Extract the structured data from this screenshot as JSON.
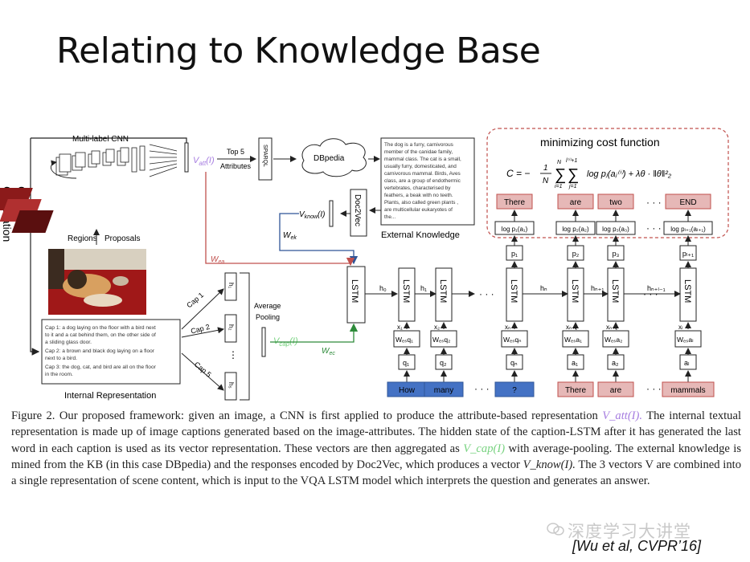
{
  "slide": {
    "title": "Relating to Knowledge Base"
  },
  "diagram": {
    "caption_generation": "Caption\nGeneration",
    "multilabel_cnn": "Multi-label CNN",
    "regions": "Regions",
    "proposals": "Proposals",
    "v_att": "V_att(I)",
    "top5": "Top 5\nAttributes",
    "sparql": "SPARQL",
    "dbpedia": "DBpedia",
    "external_text": [
      "The dog is a furry, carnivorous",
      "member of the canidae family,",
      "mammal class. The cat is a small,",
      "usually furry, domesticated, and",
      "carnivorous mammal. Birds, Aves",
      "class, are a group of endothermic",
      "vertebrates, characterised by",
      "feathers, a beak with no teeth.",
      "Plants, also called green plants ,",
      "are multicellular eukaryotes of",
      "the..."
    ],
    "external_knowledge": "External Knowledge",
    "doc2vec": "Doc2Vec",
    "v_know": "V_know(I)",
    "w_ek": "W_ek",
    "w_ea": "W_ea",
    "w_ec": "W_ec",
    "caps": [
      "Cap 1",
      "Cap 2",
      "Cap 5"
    ],
    "vdots": "⋮",
    "h_labels": [
      "h_1",
      "h_2",
      "h_5"
    ],
    "average_pooling": "Average\nPooling",
    "v_cap": "V_cap(I)",
    "caption_lines": [
      "Cap 1: a dog laying on the floor with a bird next",
      "to it and a cat behind them, on the other side of",
      "a sliding glass door.",
      "Cap 2: a brown and black dog laying on a floor",
      "next to a bird.",
      "Cap 3: the dog, cat, and bird are all on the floor",
      "in the room."
    ],
    "internal_representation": "Internal Representation",
    "lstm": "LSTM",
    "minimizing": "minimizing cost function",
    "output_words": [
      "There",
      "are",
      "two",
      "END"
    ],
    "log_probs": [
      "log p₁(a₁)",
      "log p₂(a₂)",
      "log p₃(a₃)",
      "log pₗ₊₁(aₗ₊₁)"
    ],
    "p_labels": [
      "p₁",
      "p₂",
      "p₃",
      "pₗ₊₁"
    ],
    "h_chain": [
      "h₀",
      "h₁",
      "hₙ",
      "hₙ₊₁",
      "hₙ₊ₗ₋₁"
    ],
    "x_labels": [
      "x₁",
      "x₂",
      "xₙ",
      "xₙ₊₁",
      "xₙ₊₂",
      "xₗ"
    ],
    "w_inputs": [
      "Wₑₛq₁",
      "Wₑₛq₂",
      "Wₑₛqₙ",
      "Wₑₛa₁",
      "Wₑₛa₂",
      "Wₑₛaₗ"
    ],
    "q_labels": [
      "q₁",
      "q₂",
      "qₙ",
      "a₁",
      "a₂",
      "aₗ"
    ],
    "question_words": [
      "How",
      "many",
      "?"
    ],
    "answer_words": [
      "There",
      "are",
      "mammals"
    ],
    "ellipsis": "· · ·",
    "cost_formula_c": "C = −",
    "cost_formula_frac_top": "1",
    "cost_formula_frac_bot": "N",
    "cost_formula_rest": "log pⱼ(aⱼ⁽ⁱ⁾) + λθ · ‖θ‖²₂"
  },
  "caption": {
    "p1": "Figure 2. Our proposed framework: given an image, a CNN is first applied to produce the attribute-based representation ",
    "v1": "V_att(I).",
    "p2": " The internal textual representation is made up of image captions generated based on the image-attributes. The hidden state of the caption-LSTM after it has generated the last word in each caption is used as its vector representation. These vectors are then aggregated as ",
    "v2": "V_cap(I)",
    "p3": " with average-pooling. The external knowledge is mined from the KB (in this case DBpedia) and the responses encoded by Doc2Vec, which produces a vector ",
    "v3": "V_know(I).",
    "p4": " The 3 vectors V are combined into a single representation of scene content, which is input to the VQA LSTM model which interprets the question and generates an answer."
  },
  "watermark": "深度学习大讲堂",
  "citation": "[Wu et al, CVPR’16]",
  "colors": {
    "red_line": "#c0504d",
    "green_line": "#2e8b3a",
    "blue_box": "#4472c4",
    "pink_box": "#e6b8b7",
    "dashed_border": "#c0504d"
  }
}
